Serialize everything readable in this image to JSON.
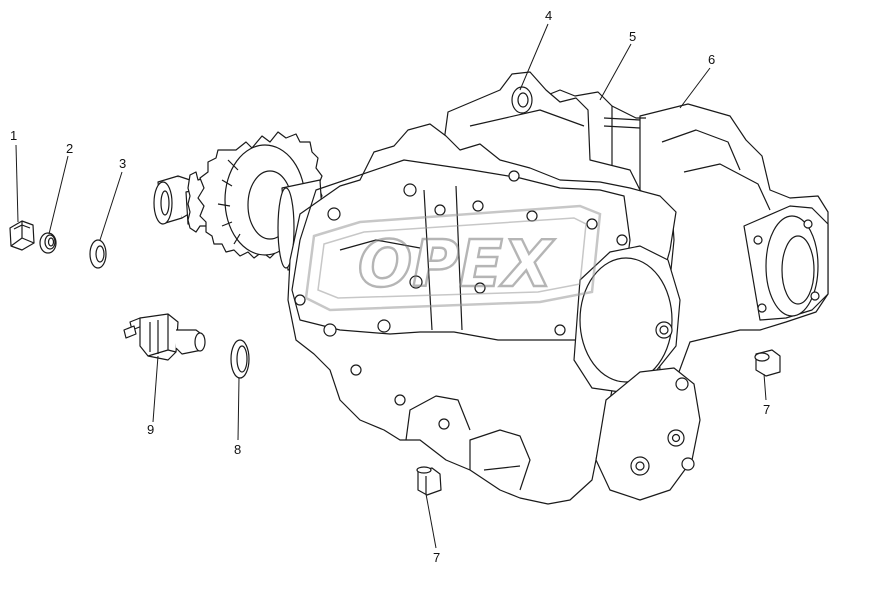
{
  "diagram": {
    "watermark": "OPEX",
    "stroke_color": "#1a1a1a",
    "fill_color": "#ffffff",
    "watermark_color": "#9a9a9a"
  },
  "callouts": [
    {
      "id": "1",
      "label": "1"
    },
    {
      "id": "2",
      "label": "2"
    },
    {
      "id": "3",
      "label": "3"
    },
    {
      "id": "4",
      "label": "4"
    },
    {
      "id": "5",
      "label": "5"
    },
    {
      "id": "6",
      "label": "6"
    },
    {
      "id": "7a",
      "label": "7"
    },
    {
      "id": "7b",
      "label": "7"
    },
    {
      "id": "8",
      "label": "8"
    },
    {
      "id": "9",
      "label": "9"
    }
  ]
}
